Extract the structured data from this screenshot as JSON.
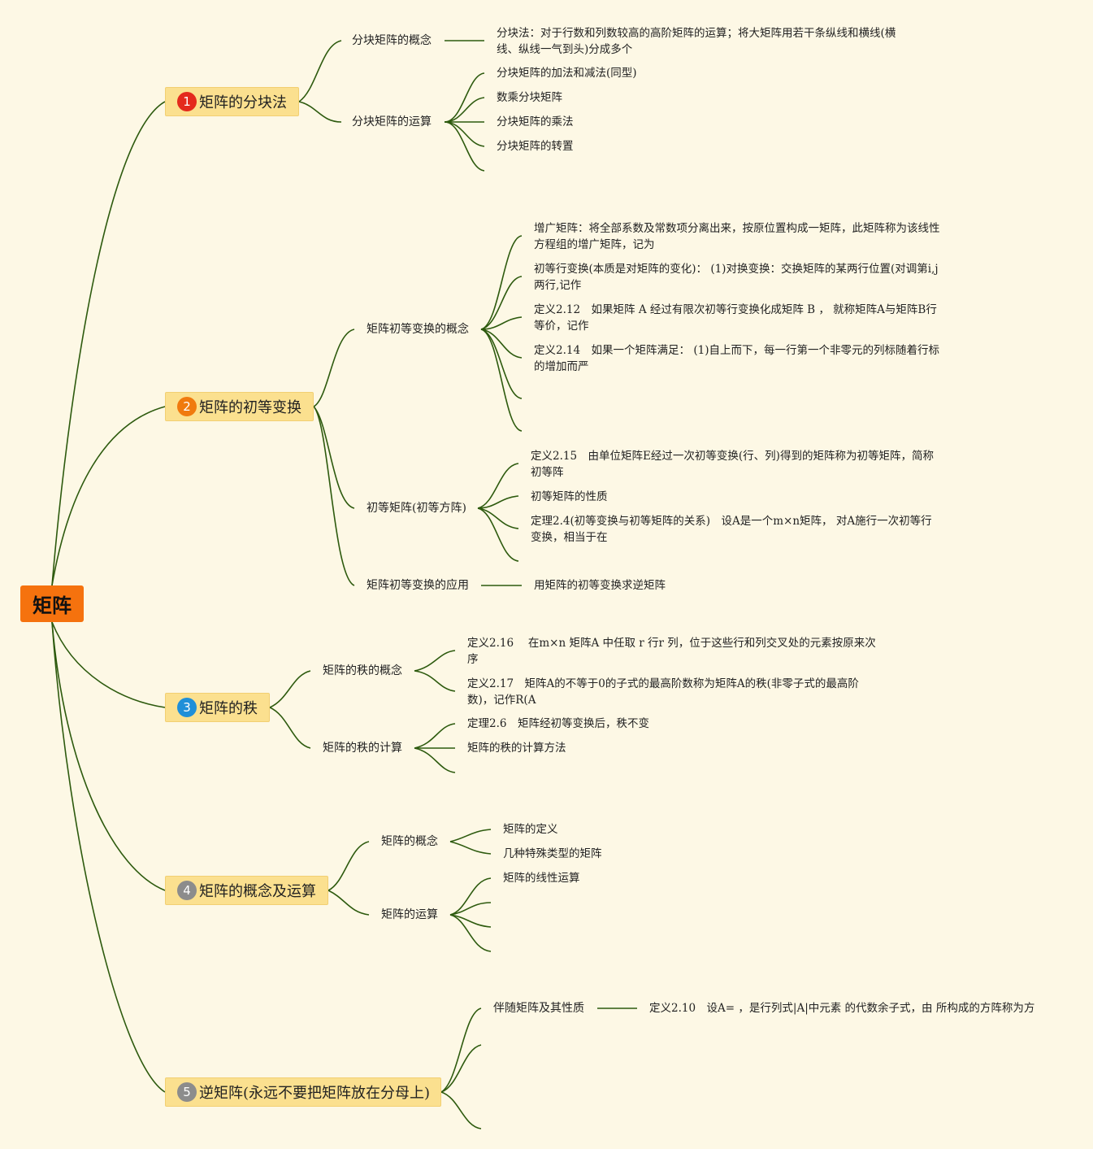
{
  "root": "矩阵",
  "branches": [
    {
      "num": "1",
      "color": "#e42a1c",
      "label": "矩阵的分块法"
    },
    {
      "num": "2",
      "color": "#f07a0e",
      "label": "矩阵的初等变换"
    },
    {
      "num": "3",
      "color": "#1f8fd8",
      "label": "矩阵的秩"
    },
    {
      "num": "4",
      "color": "#8c8c8c",
      "label": "矩阵的概念及运算"
    },
    {
      "num": "5",
      "color": "#8c8c8c",
      "label": "逆矩阵(永远不要把矩阵放在分母上)"
    }
  ],
  "b1": {
    "concept": "分块矩阵的概念",
    "concept_detail": "分块法：对于行数和列数较高的高阶矩阵的运算；将大矩阵用若干条纵线和横线(横线、纵线一气到头)分成多个",
    "ops": "分块矩阵的运算",
    "ops_items": [
      "分块矩阵的加法和减法(同型)",
      "数乘分块矩阵",
      "分块矩阵的乘法",
      "分块矩阵的转置"
    ]
  },
  "b2": {
    "concept": "矩阵初等变换的概念",
    "concept_items": [
      "增广矩阵：将全部系数及常数项分离出来，按原位置构成一矩阵，此矩阵称为该线性方程组的增广矩阵，记为",
      "初等行变换(本质是对矩阵的变化)： (1)对换变换：交换矩阵的某两行位置(对调第i,j两行,记作",
      "定义2.12　如果矩阵 A 经过有限次初等行变换化成矩阵 B ， 就称矩阵A与矩阵B行等价，记作",
      "定义2.14　如果一个矩阵满足： (1)自上而下，每一行第一个非零元的列标随着行标的增加而严"
    ],
    "elem": "初等矩阵(初等方阵)",
    "elem_items": [
      "定义2.15　由单位矩阵E经过一次初等变换(行、列)得到的矩阵称为初等矩阵，简称初等阵",
      "初等矩阵的性质",
      "定理2.4(初等变换与初等矩阵的关系)　设A是一个m×n矩阵， 对A施行一次初等行变换，相当于在"
    ],
    "app": "矩阵初等变换的应用",
    "app_item": "用矩阵的初等变换求逆矩阵"
  },
  "b3": {
    "concept": "矩阵的秩的概念",
    "concept_items": [
      "定义2.16　 在m×n 矩阵A 中任取 r 行r 列，位于这些行和列交叉处的元素按原来次序",
      "定义2.17　矩阵A的不等于0的子式的最高阶数称为矩阵A的秩(非零子式的最高阶数)，记作R(A"
    ],
    "calc": "矩阵的秩的计算",
    "calc_items": [
      "定理2.6　矩阵经初等变换后，秩不变",
      "矩阵的秩的计算方法"
    ]
  },
  "b4": {
    "concept": "矩阵的概念",
    "concept_items": [
      "矩阵的定义",
      "几种特殊类型的矩阵"
    ],
    "ops": "矩阵的运算",
    "ops_items": [
      "矩阵的线性运算"
    ]
  },
  "b5": {
    "adj": "伴随矩阵及其性质",
    "adj_item": "定义2.10　设A= ，是行列式|A|中元素 的代数余子式，由 所构成的方阵称为方"
  }
}
